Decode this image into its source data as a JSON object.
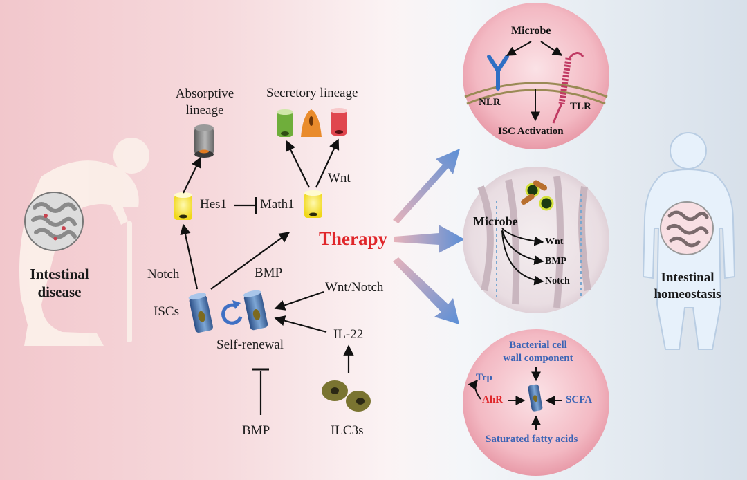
{
  "left": {
    "disease_label_line1": "Intestinal",
    "disease_label_line2": "disease",
    "absorptive_line1": "Absorptive",
    "absorptive_line2": "lineage",
    "secretory": "Secretory lineage",
    "hes1": "Hes1",
    "math1": "Math1",
    "wnt": "Wnt",
    "notch": "Notch",
    "bmp_top": "BMP",
    "iscs": "ISCs",
    "wnt_notch": "Wnt/Notch",
    "self_renewal": "Self-renewal",
    "il22": "IL-22",
    "bmp_bottom": "BMP",
    "ilc3s": "ILC3s"
  },
  "center": {
    "therapy": "Therapy"
  },
  "panel_top": {
    "microbe": "Microbe",
    "nlr": "NLR",
    "tlr": "TLR",
    "isc_activation": "ISC Activation"
  },
  "panel_mid": {
    "microbe": "Microbe",
    "wnt": "Wnt",
    "bmp": "BMP",
    "notch": "Notch"
  },
  "panel_bottom": {
    "bacterial_line1": "Bacterial cell",
    "bacterial_line2": "wall component",
    "trp": "Trp",
    "ahr": "AhR",
    "scfa": "SCFA",
    "saturated": "Saturated fatty acids"
  },
  "right": {
    "homeostasis_line1": "Intestinal",
    "homeostasis_line2": "homeostasis"
  },
  "colors": {
    "therapy_red": "#e0262a",
    "panel_blue_text": "#3a63b5",
    "arrow_blue": "#5b8fd6",
    "panel_pink": "#f0a9b7"
  }
}
